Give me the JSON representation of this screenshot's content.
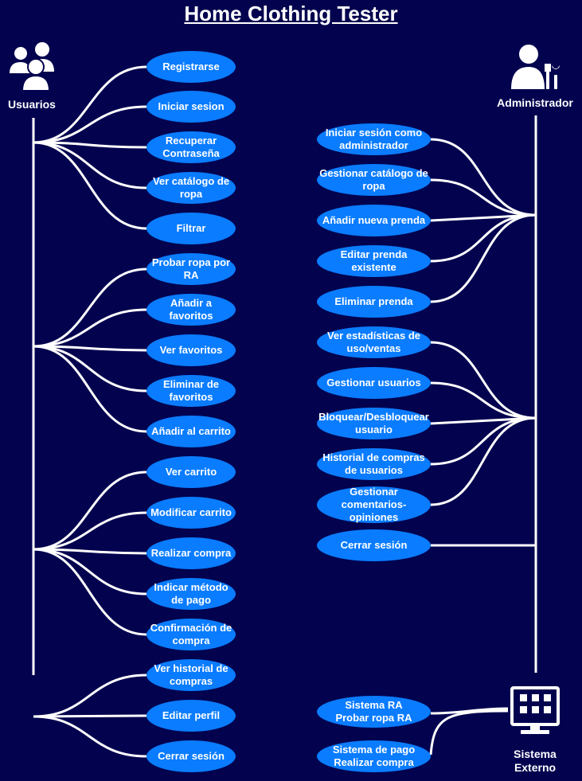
{
  "title": "Home Clothing Tester",
  "colors": {
    "background": "#02024f",
    "usecase": "#0a7cff",
    "line": "#ffffff"
  },
  "actors": {
    "users": {
      "label": "Usuarios",
      "icon": "users-group-icon"
    },
    "admin": {
      "label": "Administrador",
      "icon": "admin-tools-icon"
    },
    "external": {
      "label": "Sistema\nExterno",
      "icon": "monitor-grid-icon"
    }
  },
  "user_cases": [
    "Registrarse",
    "Iniciar sesion",
    "Recuperar Contraseña",
    "Ver catálogo de ropa",
    "Filtrar",
    "Probar ropa por RA",
    "Añadir a favoritos",
    "Ver favoritos",
    "Eliminar de favoritos",
    "Añadir al carrito",
    "Ver carrito",
    "Modificar carrito",
    "Realizar compra",
    "Indicar método de pago",
    "Confirmación de compra",
    "Ver historial de compras",
    "Editar perfil",
    "Cerrar sesión"
  ],
  "admin_cases": [
    "Iniciar sesión como administrador",
    "Gestionar catálogo de ropa",
    "Añadir nueva prenda",
    "Editar prenda existente",
    "Eliminar prenda",
    "Ver estadísticas de uso/ventas",
    "Gestionar usuarios",
    "Bloquear/Desbloquear usuario",
    "Historial de compras de usuarios",
    "Gestionar comentarios-opiniones",
    "Cerrar sesión"
  ],
  "external_cases": [
    "Sistema RA\nProbar ropa RA",
    "Sistema de pago\nRealizar compra"
  ]
}
